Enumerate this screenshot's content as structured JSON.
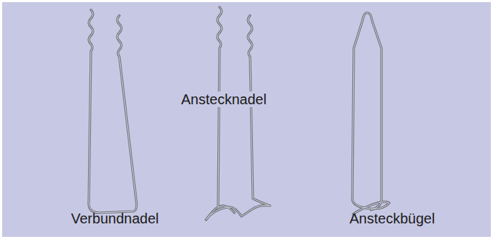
{
  "diagram": {
    "labels": [
      "Verbundnadel",
      "Anstecknadel",
      "Ansteckbügel"
    ]
  }
}
